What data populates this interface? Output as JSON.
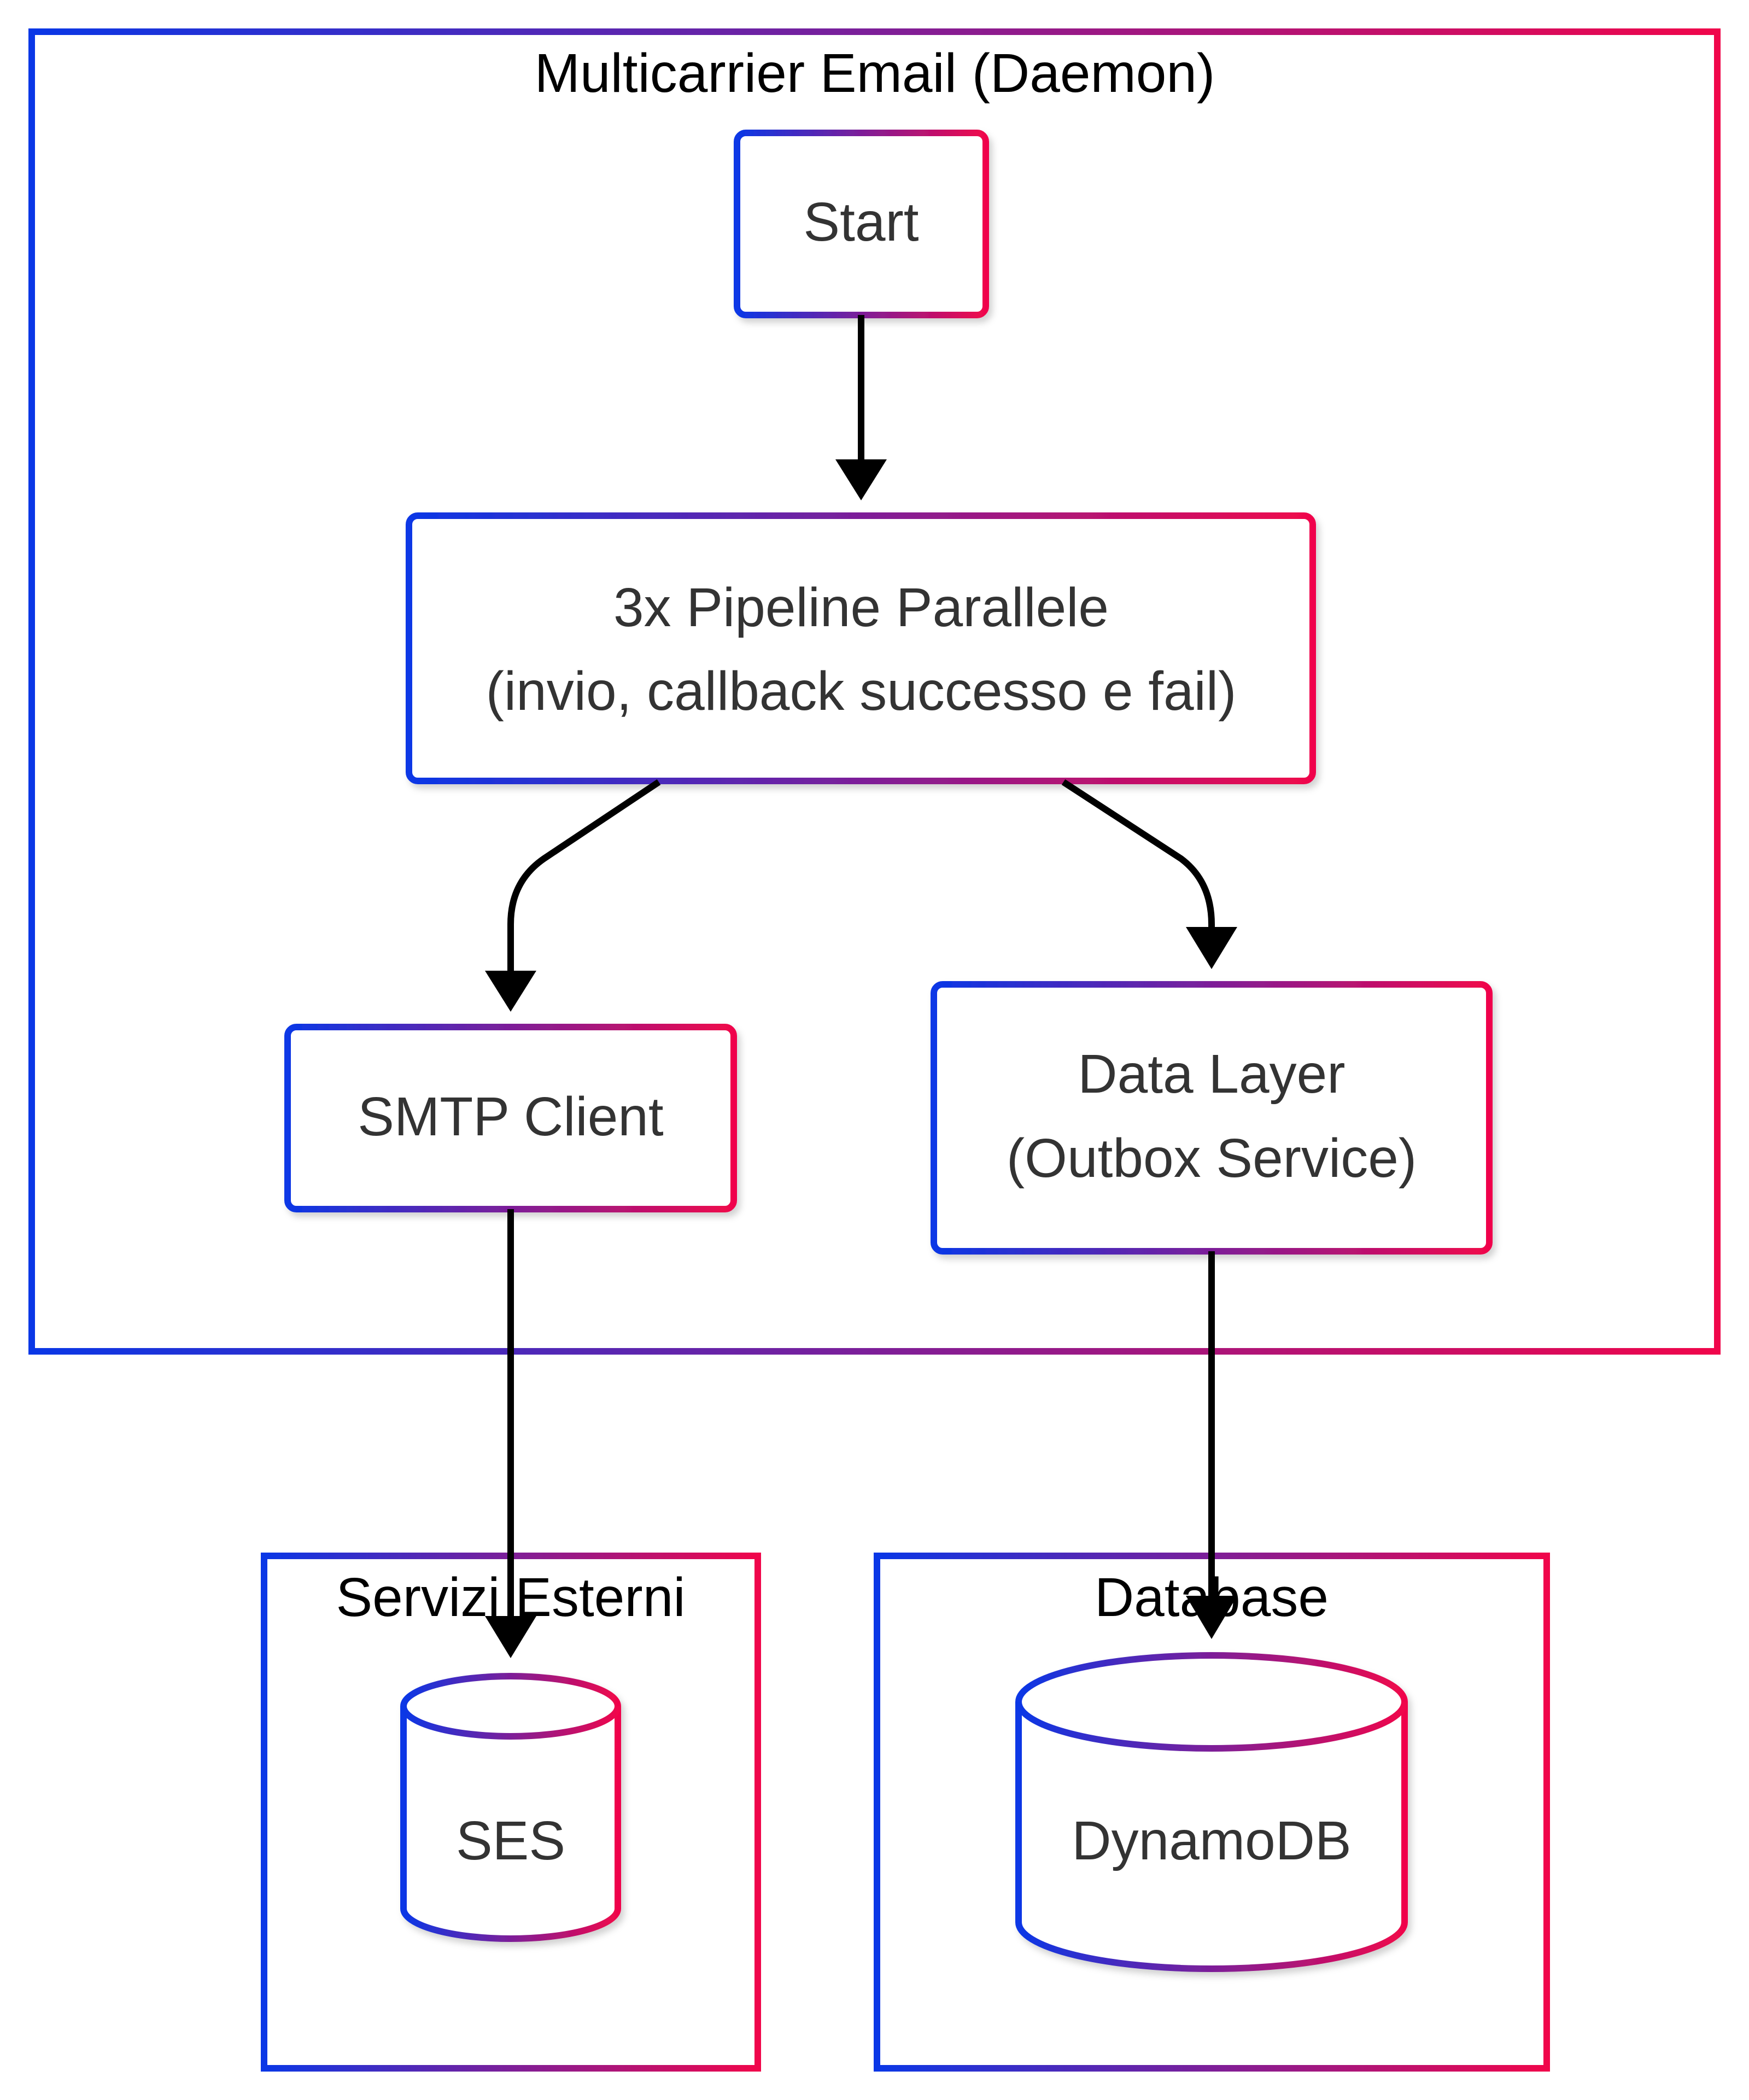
{
  "clusters": {
    "daemon": {
      "title": "Multicarrier Email (Daemon)"
    },
    "external": {
      "title": "Servizi Esterni"
    },
    "database": {
      "title": "Database"
    }
  },
  "nodes": {
    "start": {
      "label": "Start"
    },
    "pipeline": {
      "line1": "3x Pipeline Parallele",
      "line2": "(invio, callback successo e fail)"
    },
    "smtp": {
      "label": "SMTP Client"
    },
    "data_layer": {
      "line1": "Data Layer",
      "line2": "(Outbox Service)"
    },
    "ses": {
      "label": "SES"
    },
    "dynamodb": {
      "label": "DynamoDB"
    }
  },
  "colors": {
    "gradient_start": "#0a37e6",
    "gradient_end": "#f0064b",
    "node_fill": "#ffffff",
    "edge": "#000000",
    "node_text": "#333333",
    "cluster_text": "#000000"
  }
}
